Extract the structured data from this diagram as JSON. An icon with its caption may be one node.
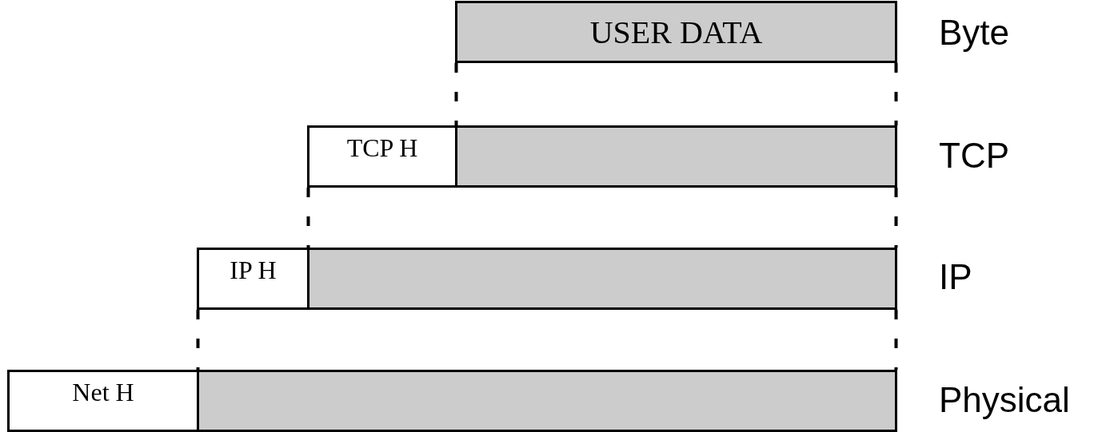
{
  "diagram": {
    "nodes": [
      {
        "text": [
          "USER DATA"
        ]
      },
      {
        "text": [
          "TCP H"
        ]
      },
      {
        "text": [],
        "shape": "bar"
      },
      {
        "text": [
          "IP H"
        ]
      },
      {
        "text": [],
        "shape": "bar"
      },
      {
        "text": [
          "Net H"
        ]
      },
      {
        "text": [],
        "shape": "bar"
      }
    ],
    "edges": [
      {
        "from": 0,
        "to": 2,
        "arrow": "none",
        "style": "dashed"
      },
      {
        "from": 0,
        "to": 2,
        "arrow": "none",
        "style": "dashed"
      },
      {
        "from": 1,
        "to": 4,
        "arrow": "none",
        "style": "dashed"
      },
      {
        "from": 2,
        "to": 4,
        "arrow": "none",
        "style": "dashed"
      },
      {
        "from": 3,
        "to": 6,
        "arrow": "none",
        "style": "dashed"
      },
      {
        "from": 4,
        "to": 6,
        "arrow": "none",
        "style": "dashed"
      }
    ],
    "labels": [
      "Byte",
      "TCP",
      "IP",
      "Physical"
    ]
  }
}
